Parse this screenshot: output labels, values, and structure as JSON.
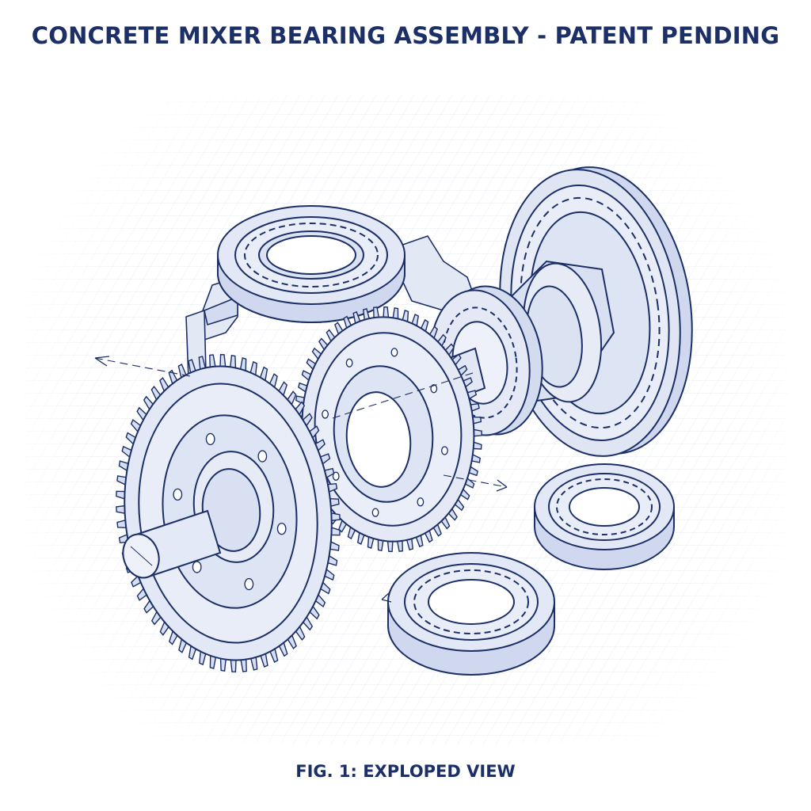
{
  "figure": {
    "title": "CONCRETE MIXER BEARING ASSEMBLY - PATENT PENDING",
    "caption": "FIG. 1: EXPLOPED VIEW"
  },
  "style": {
    "ink_color": "#1c2f66",
    "fill_color": "#dfe5f3",
    "fill_light": "#edf1f9",
    "grid_color": "#dbe2ef",
    "background": "#ffffff"
  },
  "components": [
    {
      "name": "left-spur-gear",
      "teeth": 64
    },
    {
      "name": "center-spur-gear",
      "teeth": 56
    },
    {
      "name": "upper-ball-bearing"
    },
    {
      "name": "housing-bracket"
    },
    {
      "name": "flange-drum"
    },
    {
      "name": "right-ball-bearing"
    },
    {
      "name": "lower-ball-bearing"
    },
    {
      "name": "input-shaft"
    }
  ]
}
